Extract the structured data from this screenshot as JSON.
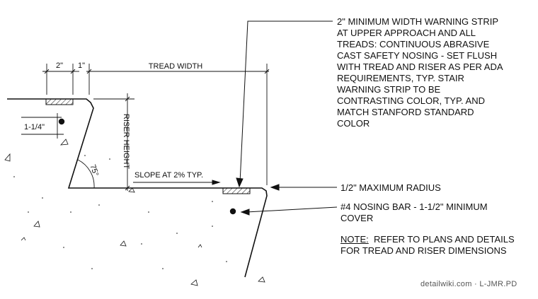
{
  "dimensions": {
    "strip_width": "2\"",
    "setback": "1\"",
    "tread_width": "TREAD WIDTH",
    "riser_height": "RISER HEIGHT",
    "nosing_bar_offset": "1-1/4\"",
    "riser_angle": "75°",
    "slope": "SLOPE AT 2% TYP."
  },
  "callouts": {
    "warning_strip": [
      "2\" MINIMUM WIDTH WARNING STRIP",
      "AT UPPER APPROACH AND ALL",
      "TREADS: CONTINUOUS ABRASIVE",
      "CAST SAFETY NOSING - SET FLUSH",
      "WITH TREAD AND RISER AS PER ADA",
      "REQUIREMENTS, TYP. STAIR",
      "WARNING STRIP TO BE",
      "CONTRASTING COLOR, TYP. AND",
      "MATCH STANFORD STANDARD",
      "COLOR"
    ],
    "radius": "1/2\" MAXIMUM RADIUS",
    "nosing_bar": [
      "#4 NOSING BAR - 1-1/2\" MINIMUM",
      "COVER"
    ],
    "refer_note": {
      "prefix": "NOTE:",
      "line1_rest": "  REFER TO PLANS AND DETAILS",
      "line2": "FOR TREAD AND RISER DIMENSIONS"
    }
  },
  "credit": "detailwiki.com · L-JMR.PD",
  "colors": {
    "line": "#111111",
    "credit": "#555555"
  }
}
